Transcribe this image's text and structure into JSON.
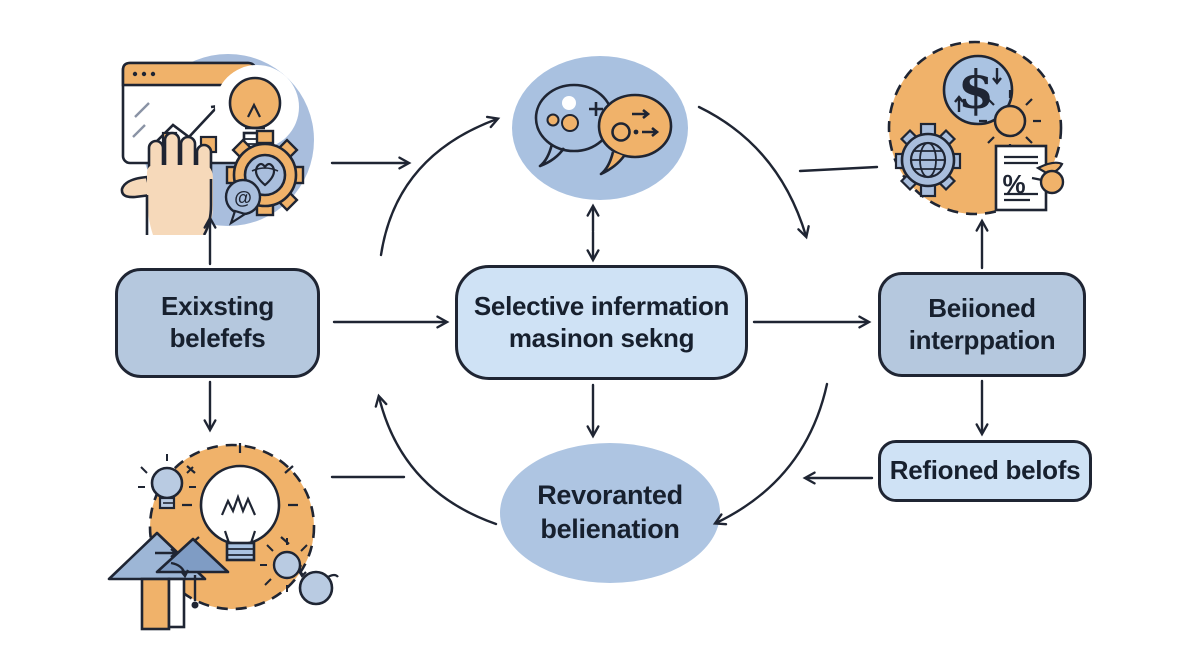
{
  "diagram": {
    "type": "cycle-flowchart",
    "topic": "belief reinforcement / confirmation bias loop"
  },
  "nodes": {
    "existing_beliefs": {
      "label": "Exixsting belefefs"
    },
    "selective_info_seeking": {
      "label": "Selective infermation masinon sekng"
    },
    "biased_interpretation": {
      "label": "Beiioned interppation"
    },
    "refined_beliefs": {
      "label": "Refioned belofs"
    },
    "reinforced_belief": {
      "label": "Revoranted belienation"
    }
  },
  "icon_clusters": {
    "top_left": {
      "icons": [
        "browser-chart-icon",
        "lightbulb-icon",
        "raised-hand-icon",
        "gear-heart-globe-icon",
        "at-speech-bubble-icon"
      ],
      "at_glyph": "@"
    },
    "top_center": {
      "icons": [
        "speech-bubble-dots-icon",
        "speech-bubble-arrows-icon"
      ]
    },
    "top_right": {
      "icons": [
        "dollar-exchange-icon",
        "sun-icon",
        "gear-globe-icon",
        "percent-document-icon"
      ],
      "dollar_glyph": "$",
      "percent_glyph": "%"
    },
    "bottom_left": {
      "icons": [
        "cracked-lightbulb-icon",
        "small-lightbulb-icon",
        "graduation-house-arrow-icon",
        "sun-icon",
        "magnifier-ball-icon"
      ]
    }
  },
  "colors": {
    "outline": "#1f2533",
    "box_blue_mid": "#b5c8de",
    "box_blue_light": "#cfe2f5",
    "ellipse_blue": "#a9c1e0",
    "blob_blue": "#a9bedd",
    "orange": "#f0b26a",
    "skin": "#f6d9ba",
    "text": "#17202e",
    "background": "#ffffff"
  }
}
